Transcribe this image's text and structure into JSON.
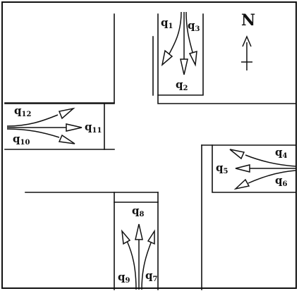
{
  "north_label": "N",
  "approaches": {
    "north": {
      "left_flow": {
        "symbol": "q",
        "index": "1"
      },
      "through_flow": {
        "symbol": "q",
        "index": "2"
      },
      "right_flow": {
        "symbol": "q",
        "index": "3"
      }
    },
    "east": {
      "left_flow": {
        "symbol": "q",
        "index": "4"
      },
      "through_flow": {
        "symbol": "q",
        "index": "5"
      },
      "right_flow": {
        "symbol": "q",
        "index": "6"
      }
    },
    "south": {
      "right_flow": {
        "symbol": "q",
        "index": "7"
      },
      "through_flow": {
        "symbol": "q",
        "index": "8"
      },
      "left_flow": {
        "symbol": "q",
        "index": "9"
      }
    },
    "west": {
      "left_flow": {
        "symbol": "q",
        "index": "10"
      },
      "through_flow": {
        "symbol": "q",
        "index": "11"
      },
      "right_flow": {
        "symbol": "q",
        "index": "12"
      }
    }
  }
}
